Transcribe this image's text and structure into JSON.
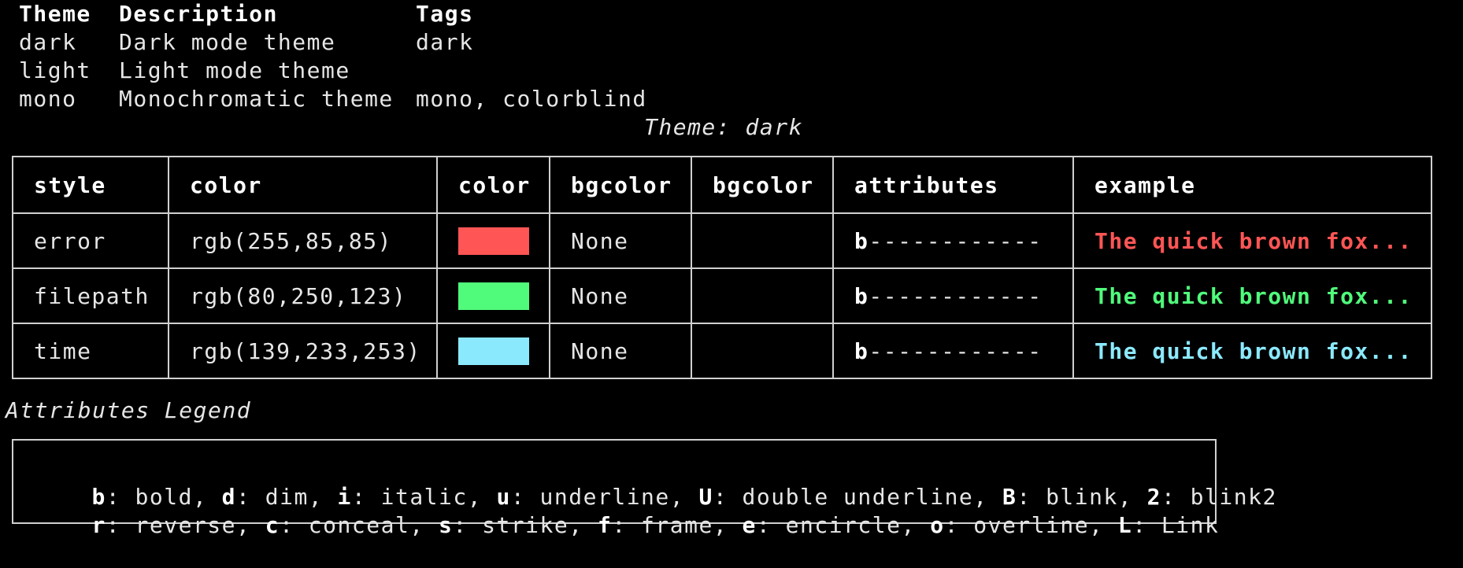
{
  "themes": {
    "headers": {
      "theme": "Theme",
      "description": "Description",
      "tags": "Tags"
    },
    "rows": [
      {
        "theme": "dark",
        "description": "Dark mode theme",
        "tags": "dark"
      },
      {
        "theme": "light",
        "description": "Light mode theme",
        "tags": ""
      },
      {
        "theme": "mono",
        "description": "Monochromatic theme",
        "tags": "mono, colorblind"
      }
    ]
  },
  "table_caption": "Theme: dark",
  "styles_table": {
    "headers": [
      "style",
      "color",
      "color",
      "bgcolor",
      "bgcolor",
      "attributes",
      "example"
    ],
    "rows": [
      {
        "style": "error",
        "color": "rgb(255,85,85)",
        "swatch": "#ff5555",
        "bgcolor": "None",
        "bgcolor_swatch": "",
        "attr_flag": "b",
        "attr_rest": "------------",
        "example": "The quick brown fox...",
        "example_color": "#ff5555"
      },
      {
        "style": "filepath",
        "color": "rgb(80,250,123)",
        "swatch": "#50fa7b",
        "bgcolor": "None",
        "bgcolor_swatch": "",
        "attr_flag": "b",
        "attr_rest": "------------",
        "example": "The quick brown fox...",
        "example_color": "#50fa7b"
      },
      {
        "style": "time",
        "color": "rgb(139,233,253)",
        "swatch": "#8be9fd",
        "bgcolor": "None",
        "bgcolor_swatch": "",
        "attr_flag": "b",
        "attr_rest": "------------",
        "example": "The quick brown fox...",
        "example_color": "#8be9fd"
      }
    ]
  },
  "legend": {
    "title": "Attributes Legend",
    "line1": [
      {
        "key": "b",
        "label": ": bold, "
      },
      {
        "key": "d",
        "label": ": dim, "
      },
      {
        "key": "i",
        "label": ": italic, "
      },
      {
        "key": "u",
        "label": ": underline, "
      },
      {
        "key": "U",
        "label": ": double underline, "
      },
      {
        "key": "B",
        "label": ": blink, "
      },
      {
        "key": "2",
        "label": ": blink2"
      }
    ],
    "line2": [
      {
        "key": "r",
        "label": ": reverse, "
      },
      {
        "key": "c",
        "label": ": conceal, "
      },
      {
        "key": "s",
        "label": ": strike, "
      },
      {
        "key": "f",
        "label": ": frame, "
      },
      {
        "key": "e",
        "label": ": encircle, "
      },
      {
        "key": "o",
        "label": ": overline, "
      },
      {
        "key": "L",
        "label": ": Link"
      }
    ]
  },
  "colors": {
    "background": "#000000",
    "text": "#e6e6e6",
    "border": "#d0d0d0"
  }
}
